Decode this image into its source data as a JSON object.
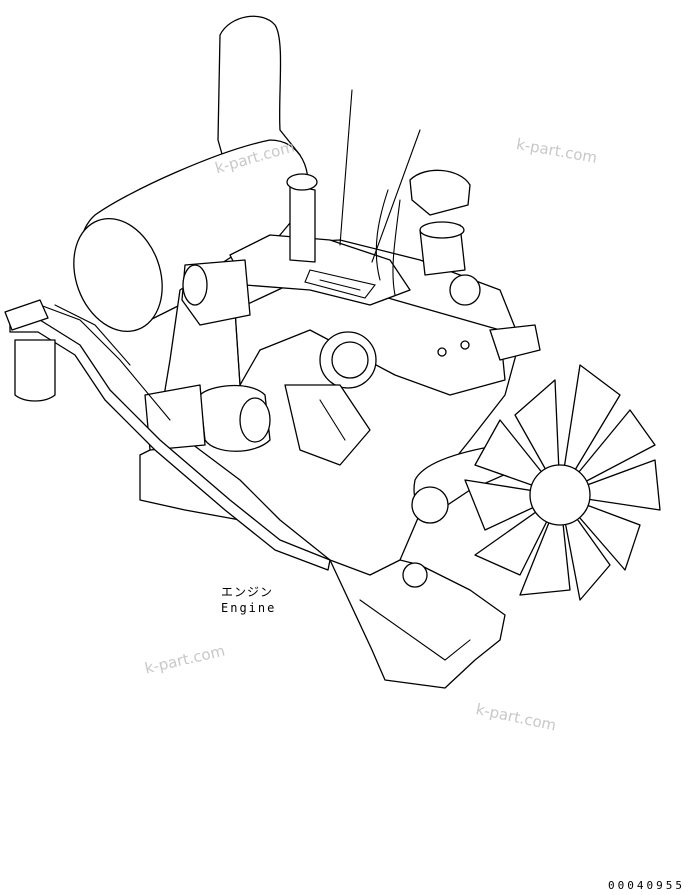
{
  "labels": {
    "engine_jp": "エンジン",
    "engine_en": "Engine"
  },
  "watermarks": [
    "k-part.com",
    "k-part.com",
    "k-part.com",
    "k-part.com"
  ],
  "drawing_code": "00040955",
  "colors": {
    "line": "#000000",
    "background": "#ffffff",
    "watermark": "#c8c8c8"
  }
}
